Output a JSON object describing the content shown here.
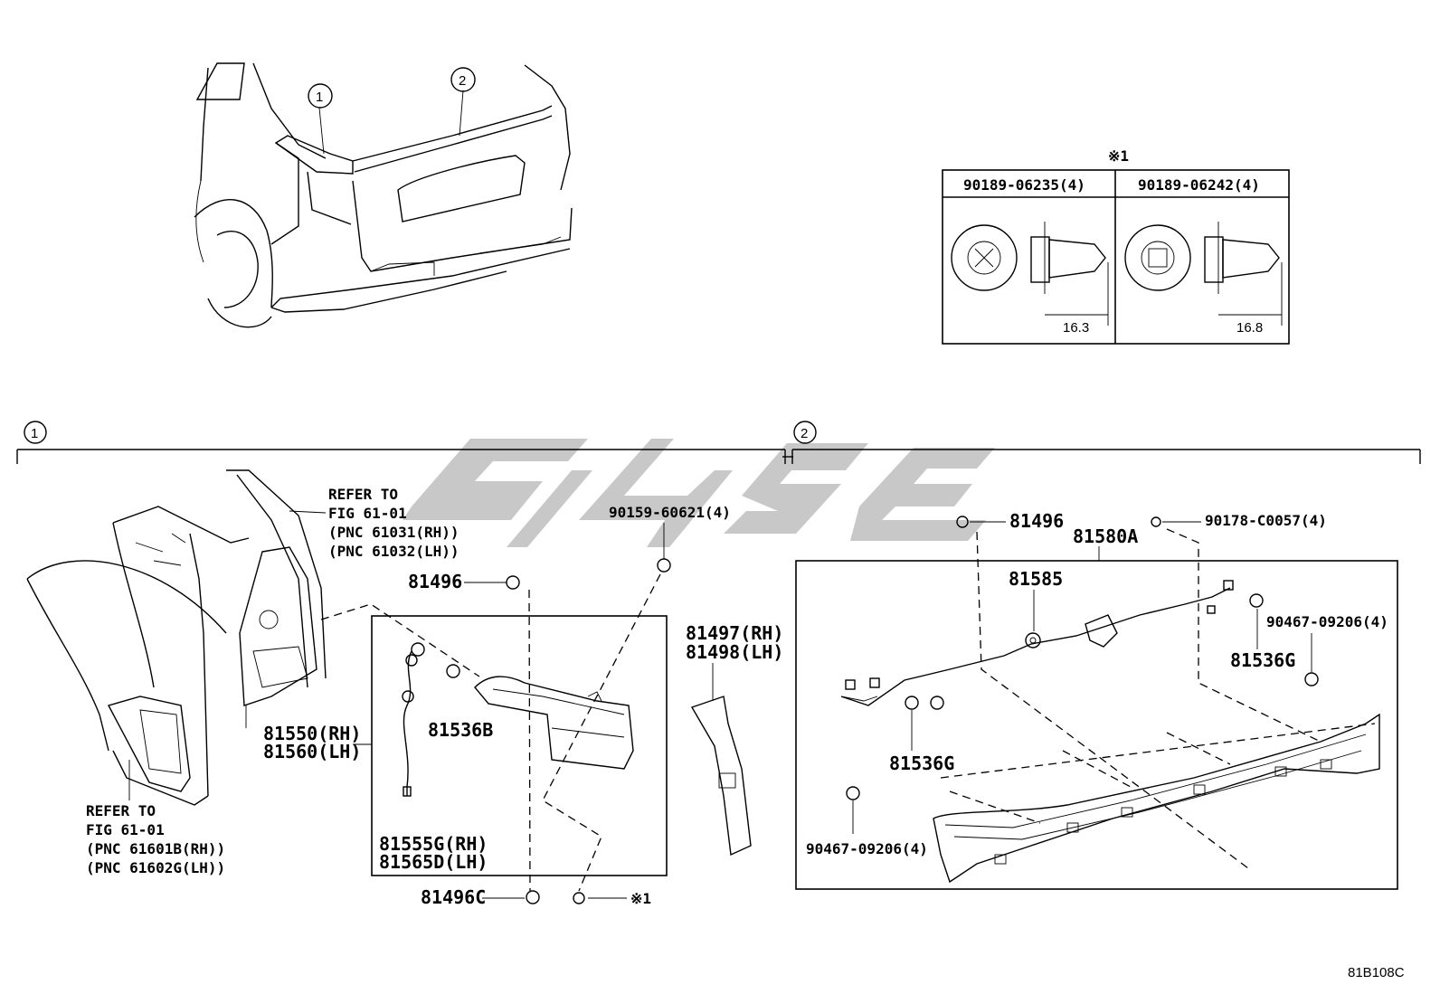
{
  "figure_code": "81B108C",
  "callouts": {
    "one": "1",
    "two": "2"
  },
  "note_mark": "※1",
  "fastener_table": {
    "col1_part": "90189-06235(4)",
    "col2_part": "90189-06242(4)",
    "col1_dim": "16.3",
    "col2_dim": "16.8"
  },
  "refer_upper": {
    "line1": "REFER TO",
    "line2": "FIG 61-01",
    "line3": "(PNC 61031(RH))",
    "line4": "(PNC 61032(LH))"
  },
  "refer_lower": {
    "line1": "REFER TO",
    "line2": "FIG 61-01",
    "line3": "(PNC 61601B(RH))",
    "line4": "(PNC 61602G(LH))"
  },
  "parts_left": {
    "p90159": "90159-60621(4)",
    "p81496": "81496",
    "p81536B": "81536B",
    "p81550": "81550(RH)",
    "p81560": "81560(LH)",
    "p81555G": "81555G(RH)",
    "p81565D": "81565D(LH)",
    "p81496C": "81496C",
    "p81497": "81497(RH)",
    "p81498": "81498(LH)",
    "note": "※1"
  },
  "parts_right": {
    "p81496": "81496",
    "p90178": "90178-C0057(4)",
    "p81580A": "81580A",
    "p81585": "81585",
    "p90467a": "90467-09206(4)",
    "p81536G_a": "81536G",
    "p81536G_b": "81536G",
    "p90467b": "90467-09206(4)"
  },
  "colors": {
    "line": "#000000",
    "watermark": "#c8c8c8",
    "background": "#ffffff"
  }
}
